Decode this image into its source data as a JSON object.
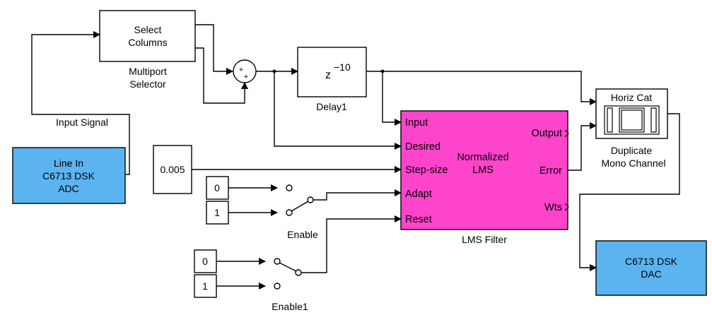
{
  "blocks": {
    "line_in": {
      "lines": [
        "Line In",
        "C6713 DSK",
        "ADC"
      ],
      "color": "#5bb3f0"
    },
    "input_signal_label": "Input Signal",
    "select_columns": {
      "lines": [
        "Select",
        "Columns"
      ]
    },
    "multiport_label": [
      "Multiport",
      "Selector"
    ],
    "sum": {
      "sign_top": "+",
      "sign_bottom": "+"
    },
    "delay": {
      "base": "z",
      "exponent": "−10",
      "label": "Delay1"
    },
    "lms": {
      "color": "#ff44cc",
      "title_lines": [
        "Normalized",
        "LMS"
      ],
      "inputs": [
        "Input",
        "Desired",
        "Step-size",
        "Adapt",
        "Reset"
      ],
      "outputs": [
        "Output",
        "Error",
        "Wts"
      ],
      "label": "LMS Filter"
    },
    "horiz_cat": {
      "title": "Horiz Cat",
      "label": [
        "Duplicate",
        "Mono Channel"
      ]
    },
    "dac": {
      "lines": [
        "C6713 DSK",
        "DAC"
      ],
      "color": "#5bb3f0"
    },
    "step_const": {
      "value": "0.005"
    },
    "enable": {
      "top": "0",
      "bottom": "1",
      "label": "Enable"
    },
    "enable1": {
      "top": "0",
      "bottom": "1",
      "label": "Enable1"
    }
  }
}
